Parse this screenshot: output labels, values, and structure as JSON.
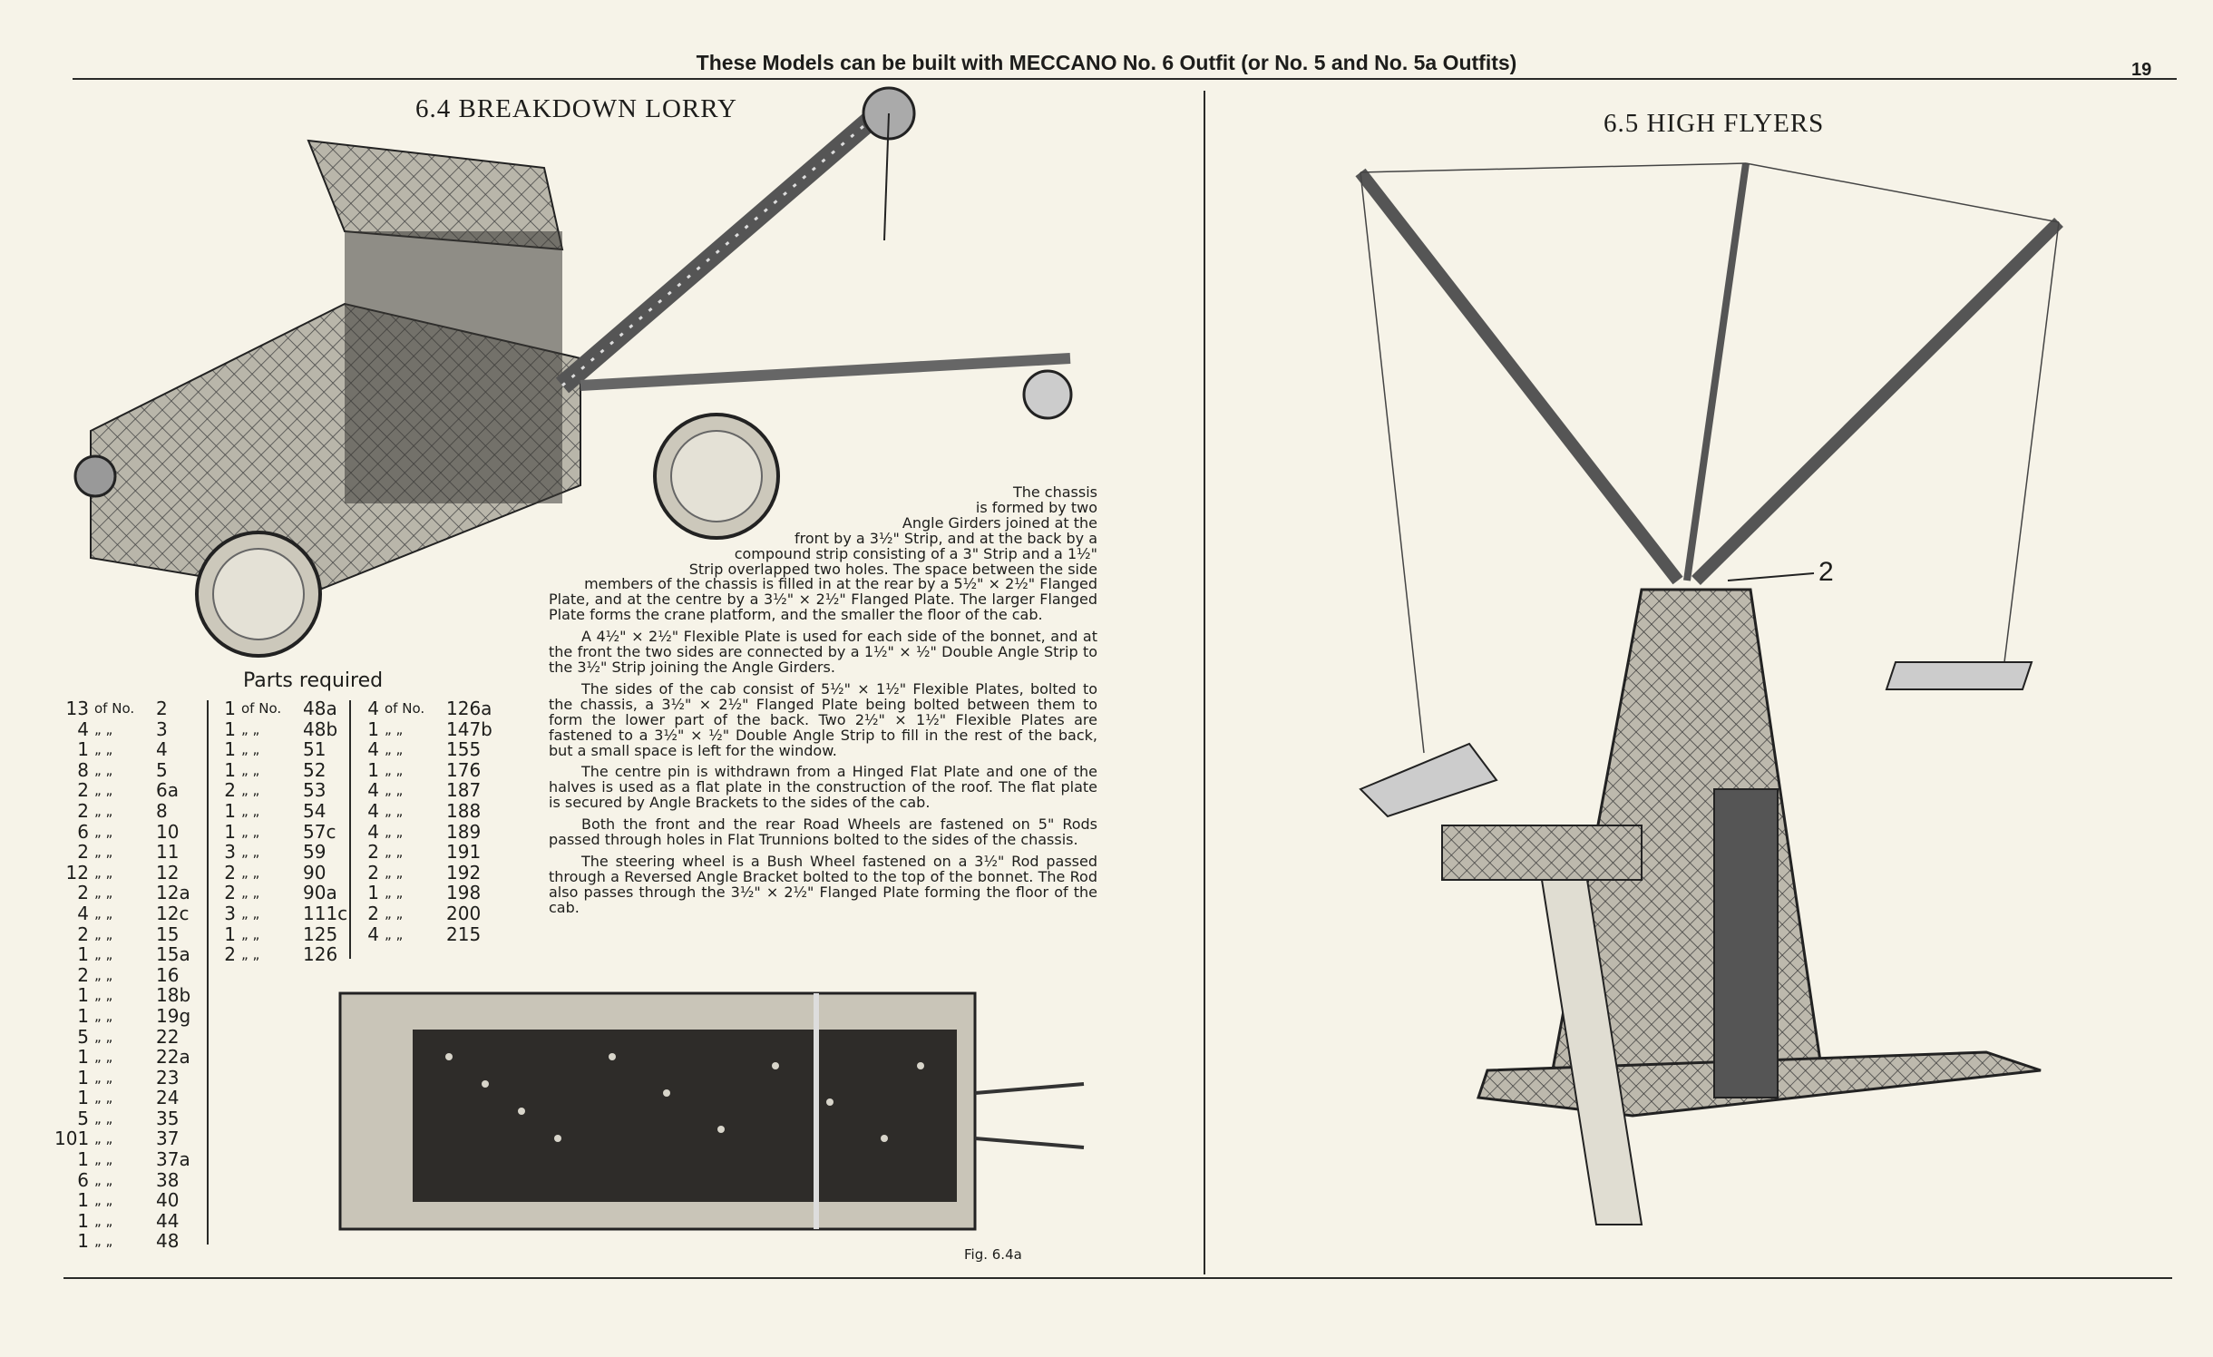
{
  "header": {
    "text": "These Models can be built with MECCANO No. 6 Outfit (or No. 5 and No. 5a Outfits)",
    "page_number": "19"
  },
  "left": {
    "title": "6.4  BREAKDOWN LORRY",
    "parts_label": "Parts required",
    "parts": [
      [
        [
          "13",
          "of No.",
          "2"
        ],
        [
          "4",
          "„ „",
          "3"
        ],
        [
          "1",
          "„ „",
          "4"
        ],
        [
          "8",
          "„ „",
          "5"
        ],
        [
          "2",
          "„ „",
          "6a"
        ],
        [
          "2",
          "„ „",
          "8"
        ],
        [
          "6",
          "„ „",
          "10"
        ],
        [
          "2",
          "„ „",
          "11"
        ],
        [
          "12",
          "„ „",
          "12"
        ],
        [
          "2",
          "„ „",
          "12a"
        ],
        [
          "4",
          "„ „",
          "12c"
        ],
        [
          "2",
          "„ „",
          "15"
        ],
        [
          "1",
          "„ „",
          "15a"
        ],
        [
          "2",
          "„ „",
          "16"
        ],
        [
          "1",
          "„ „",
          "18b"
        ],
        [
          "1",
          "„ „",
          "19g"
        ],
        [
          "5",
          "„ „",
          "22"
        ],
        [
          "1",
          "„ „",
          "22a"
        ],
        [
          "1",
          "„ „",
          "23"
        ],
        [
          "1",
          "„ „",
          "24"
        ],
        [
          "5",
          "„ „",
          "35"
        ],
        [
          "101",
          "„ „",
          "37"
        ],
        [
          "1",
          "„ „",
          "37a"
        ],
        [
          "6",
          "„ „",
          "38"
        ],
        [
          "1",
          "„ „",
          "40"
        ],
        [
          "1",
          "„ „",
          "44"
        ],
        [
          "1",
          "„ „",
          "48"
        ]
      ],
      [
        [
          "1",
          "of No.",
          "48a"
        ],
        [
          "1",
          "„ „",
          "48b"
        ],
        [
          "1",
          "„ „",
          "51"
        ],
        [
          "1",
          "„ „",
          "52"
        ],
        [
          "2",
          "„ „",
          "53"
        ],
        [
          "1",
          "„ „",
          "54"
        ],
        [
          "1",
          "„ „",
          "57c"
        ],
        [
          "3",
          "„ „",
          "59"
        ],
        [
          "2",
          "„ „",
          "90"
        ],
        [
          "2",
          "„ „",
          "90a"
        ],
        [
          "3",
          "„ „",
          "111c"
        ],
        [
          "1",
          "„ „",
          "125"
        ],
        [
          "2",
          "„ „",
          "126"
        ]
      ],
      [
        [
          "4",
          "of No.",
          "126a"
        ],
        [
          "1",
          "„ „",
          "147b"
        ],
        [
          "4",
          "„ „",
          "155"
        ],
        [
          "1",
          "„ „",
          "176"
        ],
        [
          "4",
          "„ „",
          "187"
        ],
        [
          "4",
          "„ „",
          "188"
        ],
        [
          "4",
          "„ „",
          "189"
        ],
        [
          "2",
          "„ „",
          "191"
        ],
        [
          "2",
          "„ „",
          "192"
        ],
        [
          "1",
          "„ „",
          "198"
        ],
        [
          "2",
          "„ „",
          "200"
        ],
        [
          "4",
          "„ „",
          "215"
        ]
      ]
    ],
    "intro_lines": [
      "The chassis",
      "is formed by two",
      "Angle Girders joined at the",
      "front by a 3½\" Strip, and at the back by a",
      "compound strip consisting of a 3\" Strip and a 1½\"",
      "Strip overlapped two holes.  The space between the side",
      "members of the chassis is filled in at the rear by a 5½\" × 2½\" Flanged"
    ],
    "intro_rest": "Plate, and at the centre by a 3½\" × 2½\" Flanged Plate.  The larger Flanged Plate forms the crane platform, and the smaller the floor of the cab.",
    "paragraphs": [
      "A 4½\" × 2½\" Flexible Plate is used for each side of the bonnet, and at the front the two sides are connected by a 1½\" × ½\" Double Angle Strip to the 3½\" Strip joining the Angle Girders.",
      "The sides of the cab consist of 5½\" × 1½\" Flexible Plates, bolted to the chassis, a 3½\" × 2½\" Flanged Plate being bolted between them to form the lower part of the back.  Two 2½\" × 1½\" Flexible Plates are fastened to a 3½\" × ½\" Double Angle Strip to fill in the rest of the back, but a small space is left for the window.",
      "The centre pin is withdrawn from a Hinged Flat Plate and one of the halves is used as a flat plate in the construction of the roof.  The flat plate is secured by Angle Brackets to the sides of the cab.",
      "Both the front and the rear Road Wheels are fastened on 5\" Rods passed through holes in Flat Trunnions bolted to the sides of the chassis.",
      "The steering wheel is a Bush Wheel fastened on a 3½\" Rod passed through a Reversed Angle Bracket bolted to the top of the bonnet.  The Rod also passes through the 3½\" × 2½\" Flanged Plate forming the floor of the cab."
    ],
    "figure_caption": "Fig. 6.4a"
  },
  "right": {
    "title": "6.5  HIGH FLYERS",
    "callout": "2"
  }
}
